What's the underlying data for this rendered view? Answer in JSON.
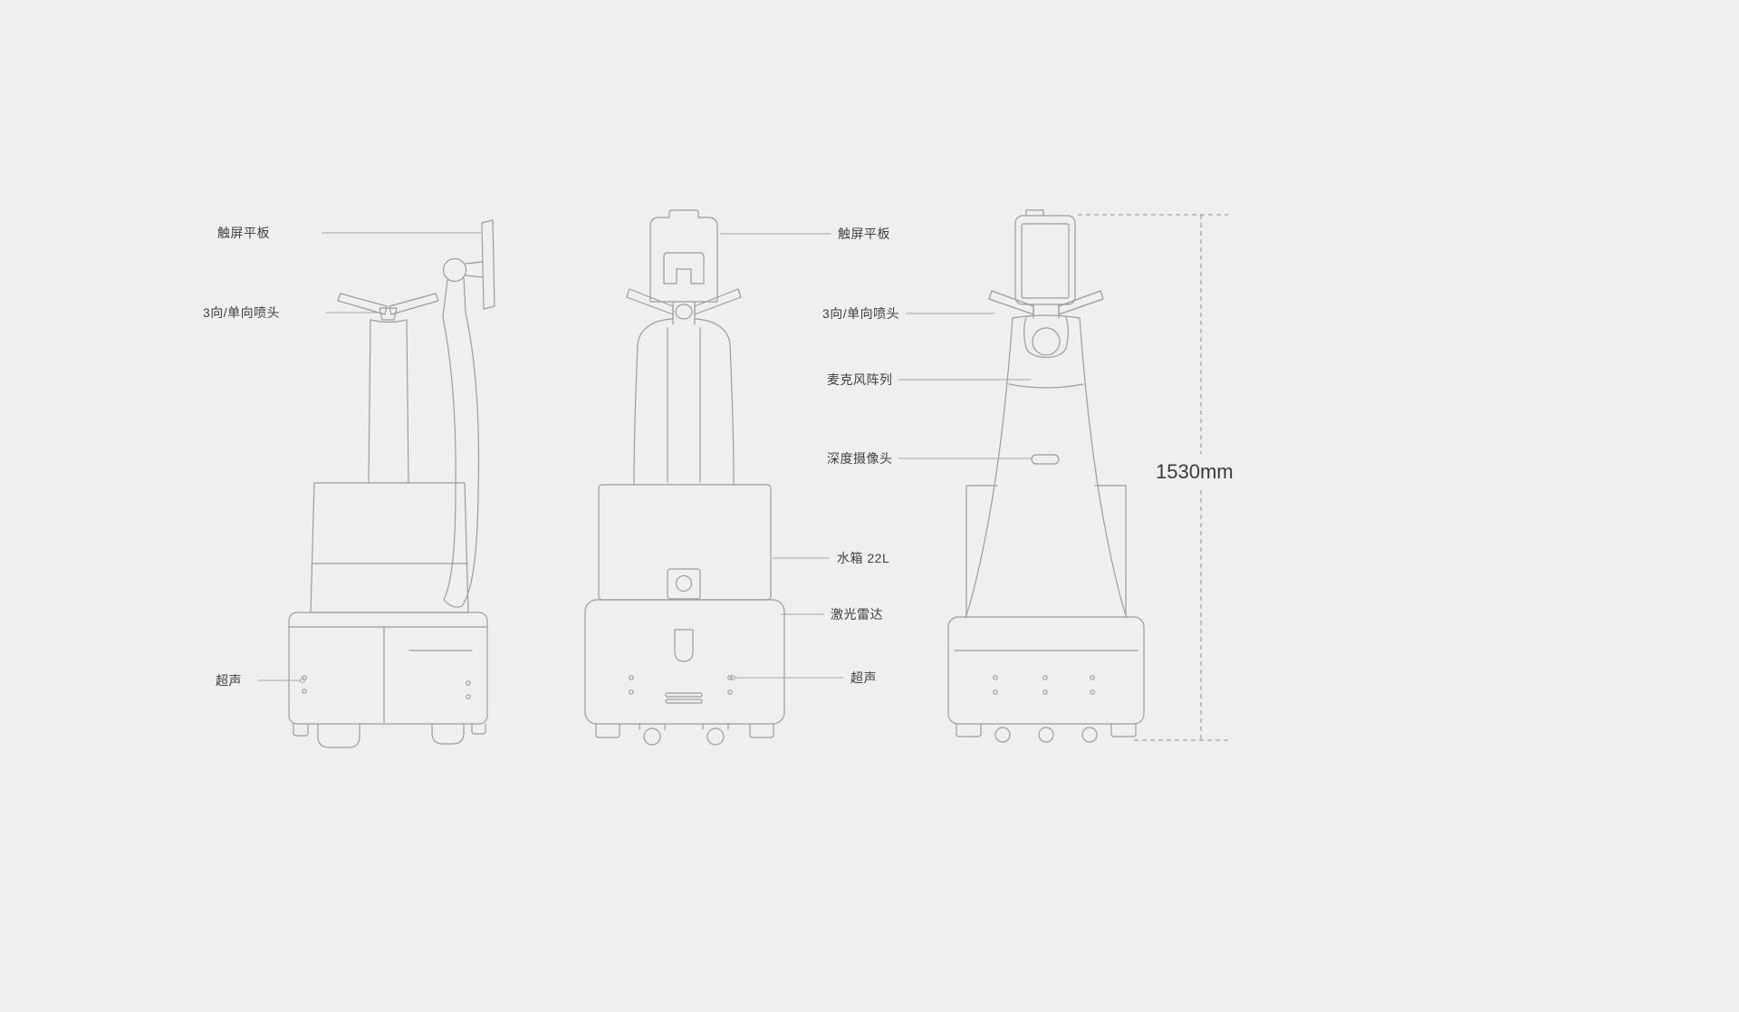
{
  "diagram": {
    "colors": {
      "background": "#efeff0",
      "line": "#9c9c9c",
      "leader_line": "#a5a5a5",
      "dash_line": "#909090",
      "text": "#3f3f3f"
    },
    "views": [
      {
        "name": "side-view"
      },
      {
        "name": "front-view"
      },
      {
        "name": "front-view-with-screen"
      }
    ],
    "labels_left": [
      {
        "text": "触屏平板"
      },
      {
        "text": "3向/单向喷头"
      },
      {
        "text": "超声"
      }
    ],
    "labels_right": [
      {
        "text": "触屏平板"
      },
      {
        "text": "3向/单向喷头"
      },
      {
        "text": "麦克风阵列"
      },
      {
        "text": "深度摄像头"
      },
      {
        "text": "水箱 22L"
      },
      {
        "text": "激光雷达"
      },
      {
        "text": "超声"
      }
    ],
    "dimension": {
      "height": "1530mm"
    }
  }
}
